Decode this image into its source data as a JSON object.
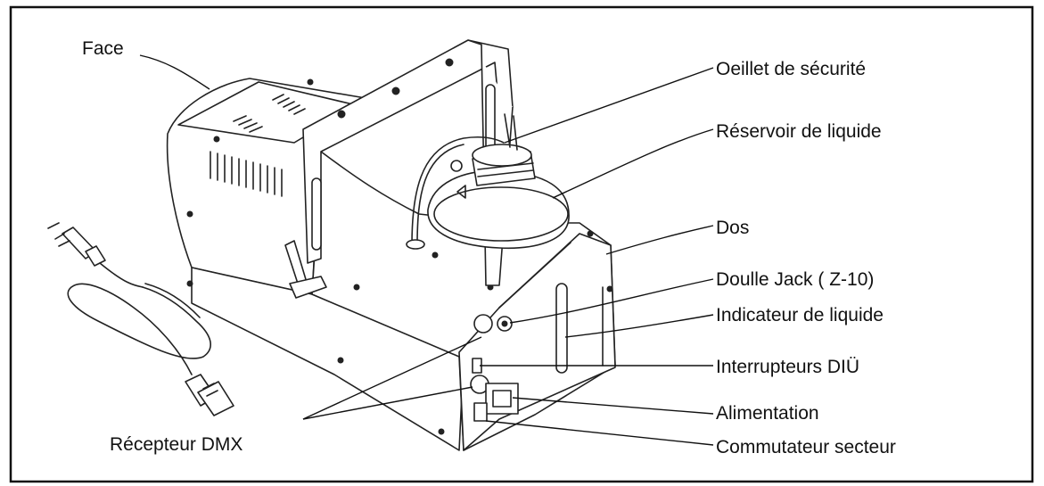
{
  "labels": {
    "face": "Face",
    "oeillet": "Oeillet de sécurité",
    "reservoir": "Réservoir de liquide",
    "dos": "Dos",
    "jack": "Doulle Jack ( Z-10)",
    "indicateur": "Indicateur de liquide",
    "interrupteurs": "Interrupteurs DIÜ",
    "alimentation": "Alimentation",
    "commutateur": "Commutateur secteur",
    "dmx": "Récepteur DMX"
  }
}
